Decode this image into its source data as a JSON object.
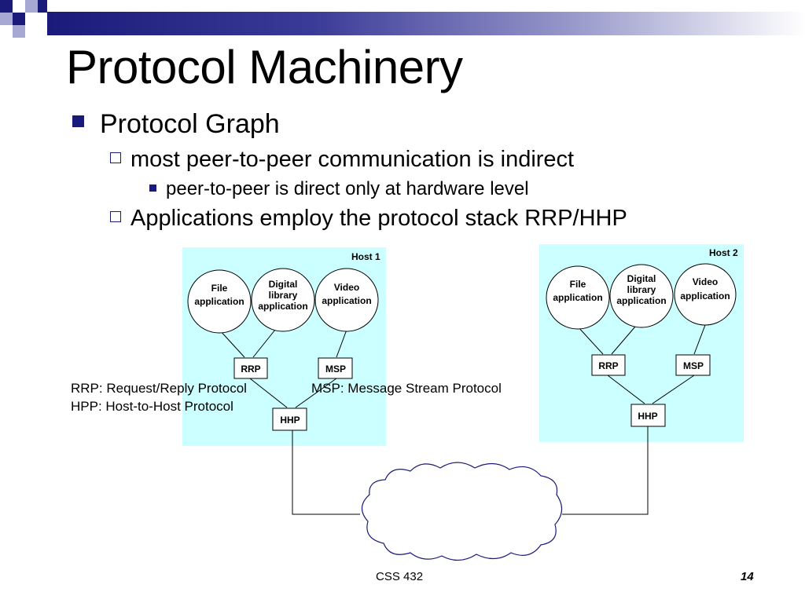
{
  "slide": {
    "title": "Protocol Machinery",
    "bullets": {
      "level1": "Protocol Graph",
      "level2_a": "most peer-to-peer communication is indirect",
      "level3_a": "peer-to-peer is direct only at hardware level",
      "level2_b": "Applications employ the protocol stack RRP/HHP"
    },
    "legend": {
      "rrp": "RRP: Request/Reply Protocol",
      "msp": "MSP: Message Stream Protocol",
      "hhp": "HPP: Host-to-Host Protocol"
    },
    "footer": {
      "course": "CSS 432",
      "page": "14"
    }
  },
  "colors": {
    "accent": "#1a1a7a",
    "host_fill": "#ccffff"
  },
  "diagram": {
    "host1": {
      "label": "Host 1",
      "apps": {
        "file": [
          "File",
          "application"
        ],
        "digital": [
          "Digital",
          "library",
          "application"
        ],
        "video": [
          "Video",
          "application"
        ]
      },
      "protocols": {
        "rrp": "RRP",
        "msp": "MSP",
        "hhp": "HHP"
      }
    },
    "host2": {
      "label": "Host 2",
      "apps": {
        "file": [
          "File",
          "application"
        ],
        "digital": [
          "Digital",
          "library",
          "application"
        ],
        "video": [
          "Video",
          "application"
        ]
      },
      "protocols": {
        "rrp": "RRP",
        "msp": "MSP",
        "hhp": "HHP"
      }
    }
  }
}
